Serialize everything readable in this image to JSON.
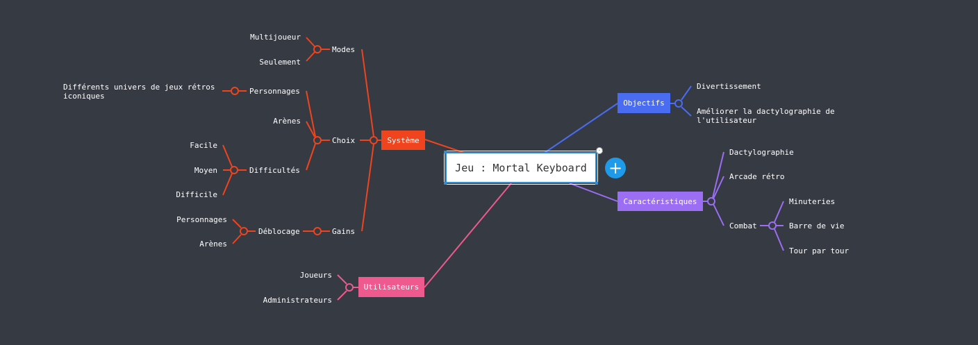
{
  "central_topic": "Jeu : Mortal Keyboard",
  "add_button_symbol": "+",
  "colors": {
    "background": "#363a42",
    "systeme": "#f0441e",
    "objectifs": "#4a6cf0",
    "caracteristiques": "#9b6ef3",
    "utilisateurs": "#ef5a8e",
    "selection": "#2e8fd6",
    "add_button": "#1e9ae8"
  },
  "systeme": {
    "label": "Système",
    "modes": {
      "label": "Modes",
      "children": [
        "Multijoueur",
        "Seulement"
      ]
    },
    "choix": {
      "label": "Choix",
      "personnages": {
        "label": "Personnages",
        "child": "Différents univers de jeux rétros iconiques"
      },
      "arenes": "Arènes",
      "difficultes": {
        "label": "Difficultés",
        "children": [
          "Facile",
          "Moyen",
          "Difficile"
        ]
      }
    },
    "gains": {
      "label": "Gains",
      "deblocage": {
        "label": "Déblocage",
        "children": [
          "Personnages",
          "Arènes"
        ]
      }
    }
  },
  "objectifs": {
    "label": "Objectifs",
    "children": [
      "Divertissement",
      "Améliorer la dactylographie de l'utilisateur"
    ]
  },
  "caracteristiques": {
    "label": "Caractéristiques",
    "dactylographie": "Dactylographie",
    "arcade": "Arcade rétro",
    "combat": {
      "label": "Combat",
      "children": [
        "Minuteries",
        "Barre de vie",
        "Tour par tour"
      ]
    }
  },
  "utilisateurs": {
    "label": "Utilisateurs",
    "children": [
      "Joueurs",
      "Administrateurs"
    ]
  }
}
